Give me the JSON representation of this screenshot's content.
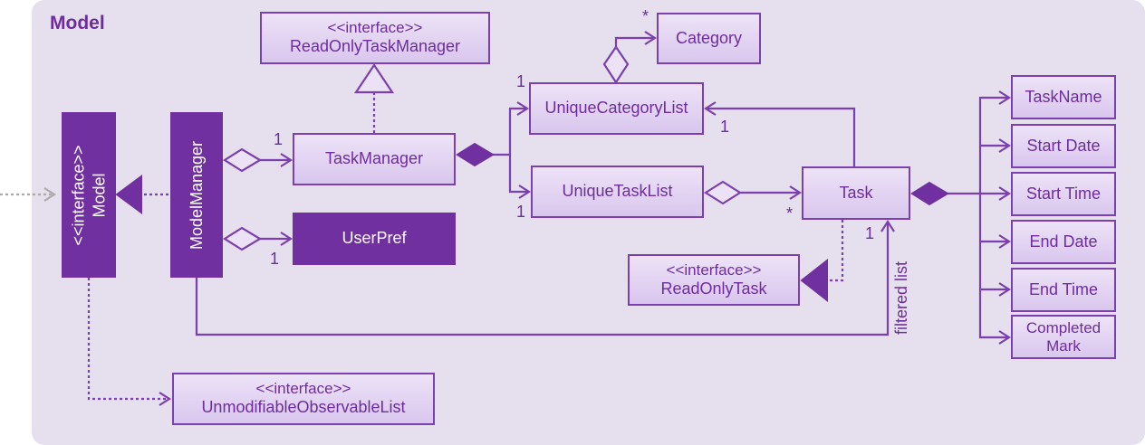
{
  "frame": {
    "title": "Model"
  },
  "classes": {
    "model": {
      "stereotype": "<<interface>>",
      "name": "Model"
    },
    "model_manager": {
      "name": "ModelManager"
    },
    "read_only_task_manager": {
      "stereotype": "<<interface>>",
      "name": "ReadOnlyTaskManager"
    },
    "task_manager": {
      "name": "TaskManager"
    },
    "user_pref": {
      "name": "UserPref"
    },
    "category": {
      "name": "Category"
    },
    "unique_category_list": {
      "name": "UniqueCategoryList"
    },
    "unique_task_list": {
      "name": "UniqueTaskList"
    },
    "task": {
      "name": "Task"
    },
    "read_only_task": {
      "stereotype": "<<interface>>",
      "name": "ReadOnlyTask"
    },
    "unmodifiable_observable_list": {
      "stereotype": "<<interface>>",
      "name": "UnmodifiableObservableList"
    },
    "task_name": {
      "name": "TaskName"
    },
    "start_date": {
      "name": "Start Date"
    },
    "start_time": {
      "name": "Start Time"
    },
    "end_date": {
      "name": "End Date"
    },
    "end_time": {
      "name": "End Time"
    },
    "completed_mark": {
      "name": "Completed Mark"
    }
  },
  "multiplicities": {
    "mm_to_tm": "1",
    "mm_to_up": "1",
    "tm_to_ucl": "1",
    "tm_to_utl": "1",
    "ucl_to_category": "*",
    "task_to_ucl": "1",
    "utl_to_task": "*",
    "task_filtered": "1"
  },
  "labels": {
    "filtered_list": "filtered list"
  },
  "colors": {
    "frame": "#e5dfee",
    "accent": "#7030a0",
    "line": "#7b3fae",
    "dashed": "#aaaaaa"
  }
}
